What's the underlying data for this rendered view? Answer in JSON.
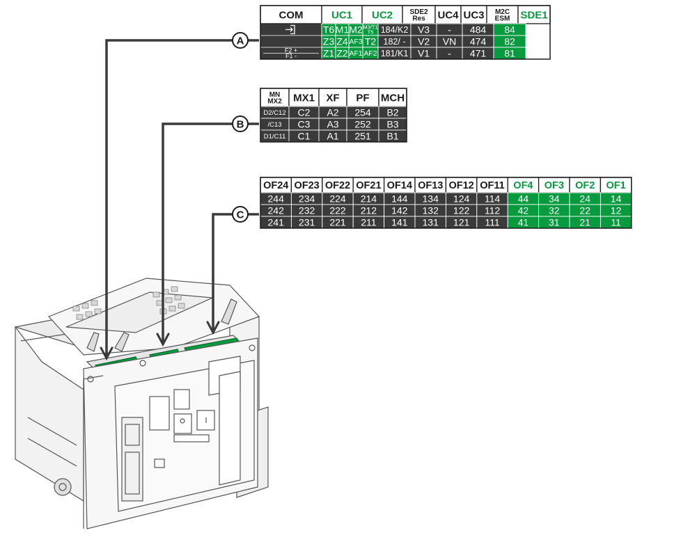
{
  "callouts": {
    "a": "A",
    "b": "B",
    "c": "C"
  },
  "colors": {
    "dark": "#3a3a3a",
    "green": "#079a3f",
    "border": "#1a1a1a",
    "green_text": "#079a3f"
  },
  "table_a": {
    "headers": [
      {
        "text": "COM",
        "green": false
      },
      {
        "text": "UC1",
        "green": true
      },
      {
        "text": "UC2",
        "green": true
      },
      {
        "text": "SDE2\nRes",
        "green": false
      },
      {
        "text": "UC4",
        "green": false
      },
      {
        "text": "UC3",
        "green": false
      },
      {
        "text": "M2C\nESM",
        "green": false
      },
      {
        "text": "SDE1",
        "green": true
      }
    ],
    "com_icon": "connector-icon",
    "com_labels": [
      "F2 +",
      "F1 -"
    ],
    "rows": [
      [
        {
          "t": "T6",
          "g": true
        },
        {
          "t": "M1",
          "g": true
        },
        {
          "t": "M2",
          "g": true
        },
        {
          "t": "M3/T1\nT5",
          "g": true
        },
        {
          "t": "184/K2",
          "g": false
        },
        {
          "t": "V3",
          "g": false
        },
        {
          "t": "-",
          "g": false
        },
        {
          "t": "484",
          "g": false
        },
        {
          "t": "84",
          "g": true
        }
      ],
      [
        {
          "t": "Z3",
          "g": true
        },
        {
          "t": "Z4",
          "g": true
        },
        {
          "t": "AF3",
          "g": true
        },
        {
          "t": "T2",
          "g": true
        },
        {
          "t": "182/ -",
          "g": false
        },
        {
          "t": "V2",
          "g": false
        },
        {
          "t": "VN",
          "g": false
        },
        {
          "t": "474",
          "g": false
        },
        {
          "t": "82",
          "g": true
        }
      ],
      [
        {
          "t": "Z1",
          "g": true
        },
        {
          "t": "Z2",
          "g": true
        },
        {
          "t": "AF1",
          "g": true
        },
        {
          "t": "AF2",
          "g": true
        },
        {
          "t": "181/K1",
          "g": false
        },
        {
          "t": "V1",
          "g": false
        },
        {
          "t": "-",
          "g": false
        },
        {
          "t": "471",
          "g": false
        },
        {
          "t": "81",
          "g": true
        }
      ]
    ]
  },
  "table_b": {
    "headers": [
      "MN\nMX2",
      "MX1",
      "XF",
      "PF",
      "MCH"
    ],
    "rows": [
      [
        "D2/C12",
        "C2",
        "A2",
        "254",
        "B2"
      ],
      [
        "/C13",
        "C3",
        "A3",
        "252",
        "B3"
      ],
      [
        "D1/C11",
        "C1",
        "A1",
        "251",
        "B1"
      ]
    ]
  },
  "table_c": {
    "headers": [
      {
        "text": "OF24",
        "green": false
      },
      {
        "text": "OF23",
        "green": false
      },
      {
        "text": "OF22",
        "green": false
      },
      {
        "text": "OF21",
        "green": false
      },
      {
        "text": "OF14",
        "green": false
      },
      {
        "text": "OF13",
        "green": false
      },
      {
        "text": "OF12",
        "green": false
      },
      {
        "text": "OF11",
        "green": false
      },
      {
        "text": "OF4",
        "green": true
      },
      {
        "text": "OF3",
        "green": true
      },
      {
        "text": "OF2",
        "green": true
      },
      {
        "text": "OF1",
        "green": true
      }
    ],
    "rows": [
      [
        "244",
        "234",
        "224",
        "214",
        "144",
        "134",
        "124",
        "114",
        "44",
        "34",
        "24",
        "14"
      ],
      [
        "242",
        "232",
        "222",
        "212",
        "142",
        "132",
        "122",
        "112",
        "42",
        "32",
        "22",
        "12"
      ],
      [
        "241",
        "231",
        "221",
        "211",
        "141",
        "131",
        "121",
        "111",
        "41",
        "31",
        "21",
        "11"
      ]
    ]
  },
  "breaker_icon": "circuit-breaker-icon"
}
